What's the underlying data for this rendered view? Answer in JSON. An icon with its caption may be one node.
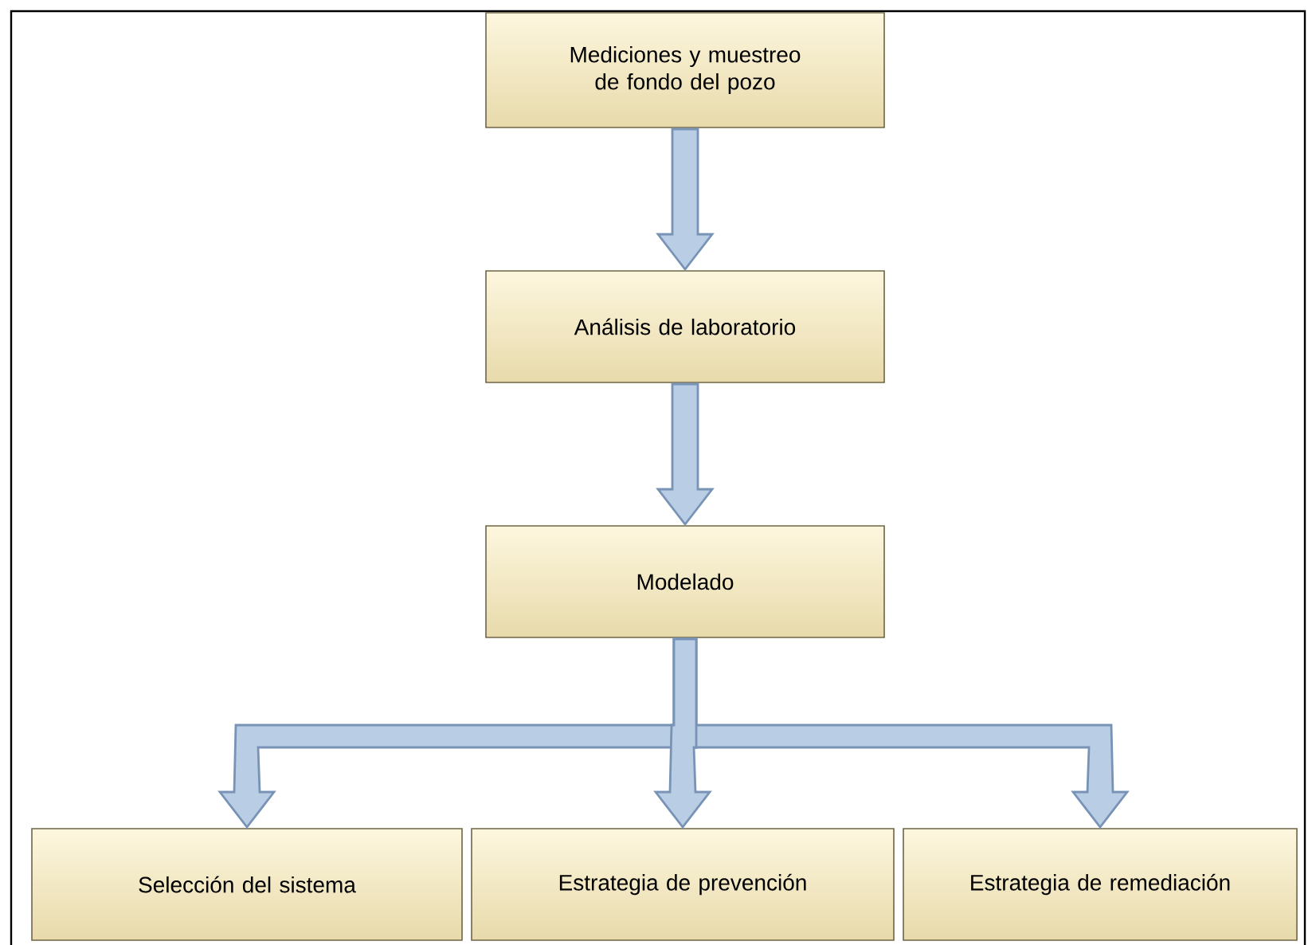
{
  "diagram": {
    "nodes": [
      {
        "text": [
          "Mediciones y muestreo de fondo del pozo"
        ]
      },
      {
        "text": [
          "Análisis de laboratorio"
        ]
      },
      {
        "text": [
          "Modelado"
        ]
      },
      {
        "text": [
          "Selección del sistema"
        ]
      },
      {
        "text": [
          "Estrategia de prevención"
        ]
      },
      {
        "text": [
          "Estrategia de remediación"
        ]
      }
    ],
    "edges": [
      {
        "from": 0,
        "to": 1,
        "arrow": "to"
      },
      {
        "from": 1,
        "to": 2,
        "arrow": "to"
      },
      {
        "from": 2,
        "to": 3,
        "arrow": "to"
      },
      {
        "from": 2,
        "to": 4,
        "arrow": "to"
      },
      {
        "from": 2,
        "to": 5,
        "arrow": "to"
      }
    ]
  }
}
